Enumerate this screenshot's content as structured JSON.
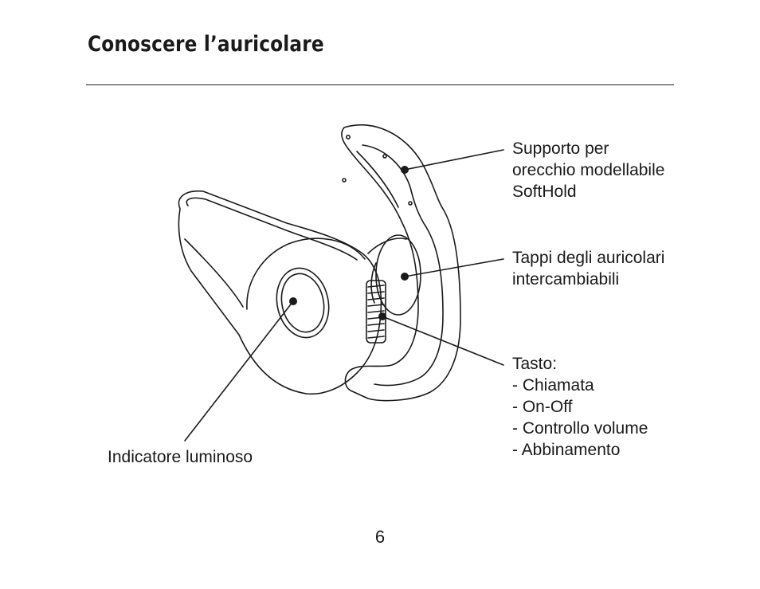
{
  "page": {
    "title": "Conoscere l’auricolare",
    "number": "6"
  },
  "labels": {
    "ear_hook": [
      "Supporto per",
      "orecchio modellabile",
      "SoftHold"
    ],
    "ear_tips": [
      "Tappi degli auricolari",
      "intercambiabili"
    ],
    "button": [
      "Tasto:",
      "- Chiamata",
      "- On-Off",
      "- Controllo volume",
      "- Abbinamento"
    ],
    "indicator": "Indicatore luminoso"
  }
}
